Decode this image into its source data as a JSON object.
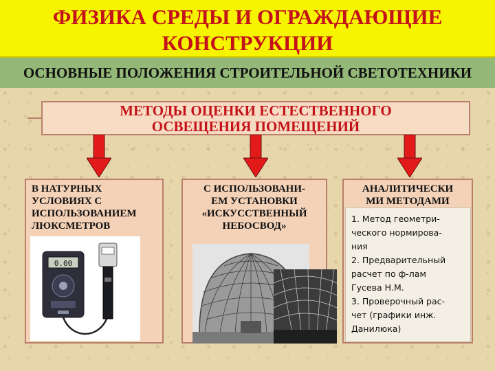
{
  "title": {
    "line1": "ФИЗИКА СРЕДЫ И ОГРАЖДАЮЩИЕ",
    "line2": "КОНСТРУКЦИИ"
  },
  "subtitle": "ОСНОВНЫЕ ПОЛОЖЕНИЯ СТРОИТЕЛЬНОЙ СВЕТОТЕХНИКИ",
  "methods_box": {
    "line1": "МЕТОДЫ ОЦЕНКИ ЕСТЕСТВЕННОГО",
    "line2": "ОСВЕЩЕНИЯ ПОМЕЩЕНИЙ"
  },
  "columns": [
    {
      "lines": [
        "В НАТУРНЫХ",
        "УСЛОВИЯХ С",
        "ИСПОЛЬЗОВАНИЕМ",
        "ЛЮКСМЕТРОВ"
      ]
    },
    {
      "lines": [
        "С ИСПОЛЬЗОВАНИ-",
        "ЕМ УСТАНОВКИ",
        "«ИСКУССТВЕННЫЙ",
        "НЕБОСВОД»"
      ]
    },
    {
      "lines": [
        "АНАЛИТИЧЕСКИ",
        "МИ МЕТОДАМИ"
      ]
    }
  ],
  "analytic_methods": [
    "1. Метод геометри-",
    "ческого нормирова-",
    "ния",
    "2. Предварительный",
    "расчет по ф-лам",
    "Гусева Н.М.",
    "3. Проверочный рас-",
    "чет (графики инж.",
    "Данилюка)"
  ],
  "meter_display": "0.00",
  "colors": {
    "title_bg": "#f7f400",
    "title_text": "#c4121a",
    "subtitle_bg": "#93b877",
    "box_bg": "#f4d2b8",
    "arrow": "#e21a1a"
  }
}
